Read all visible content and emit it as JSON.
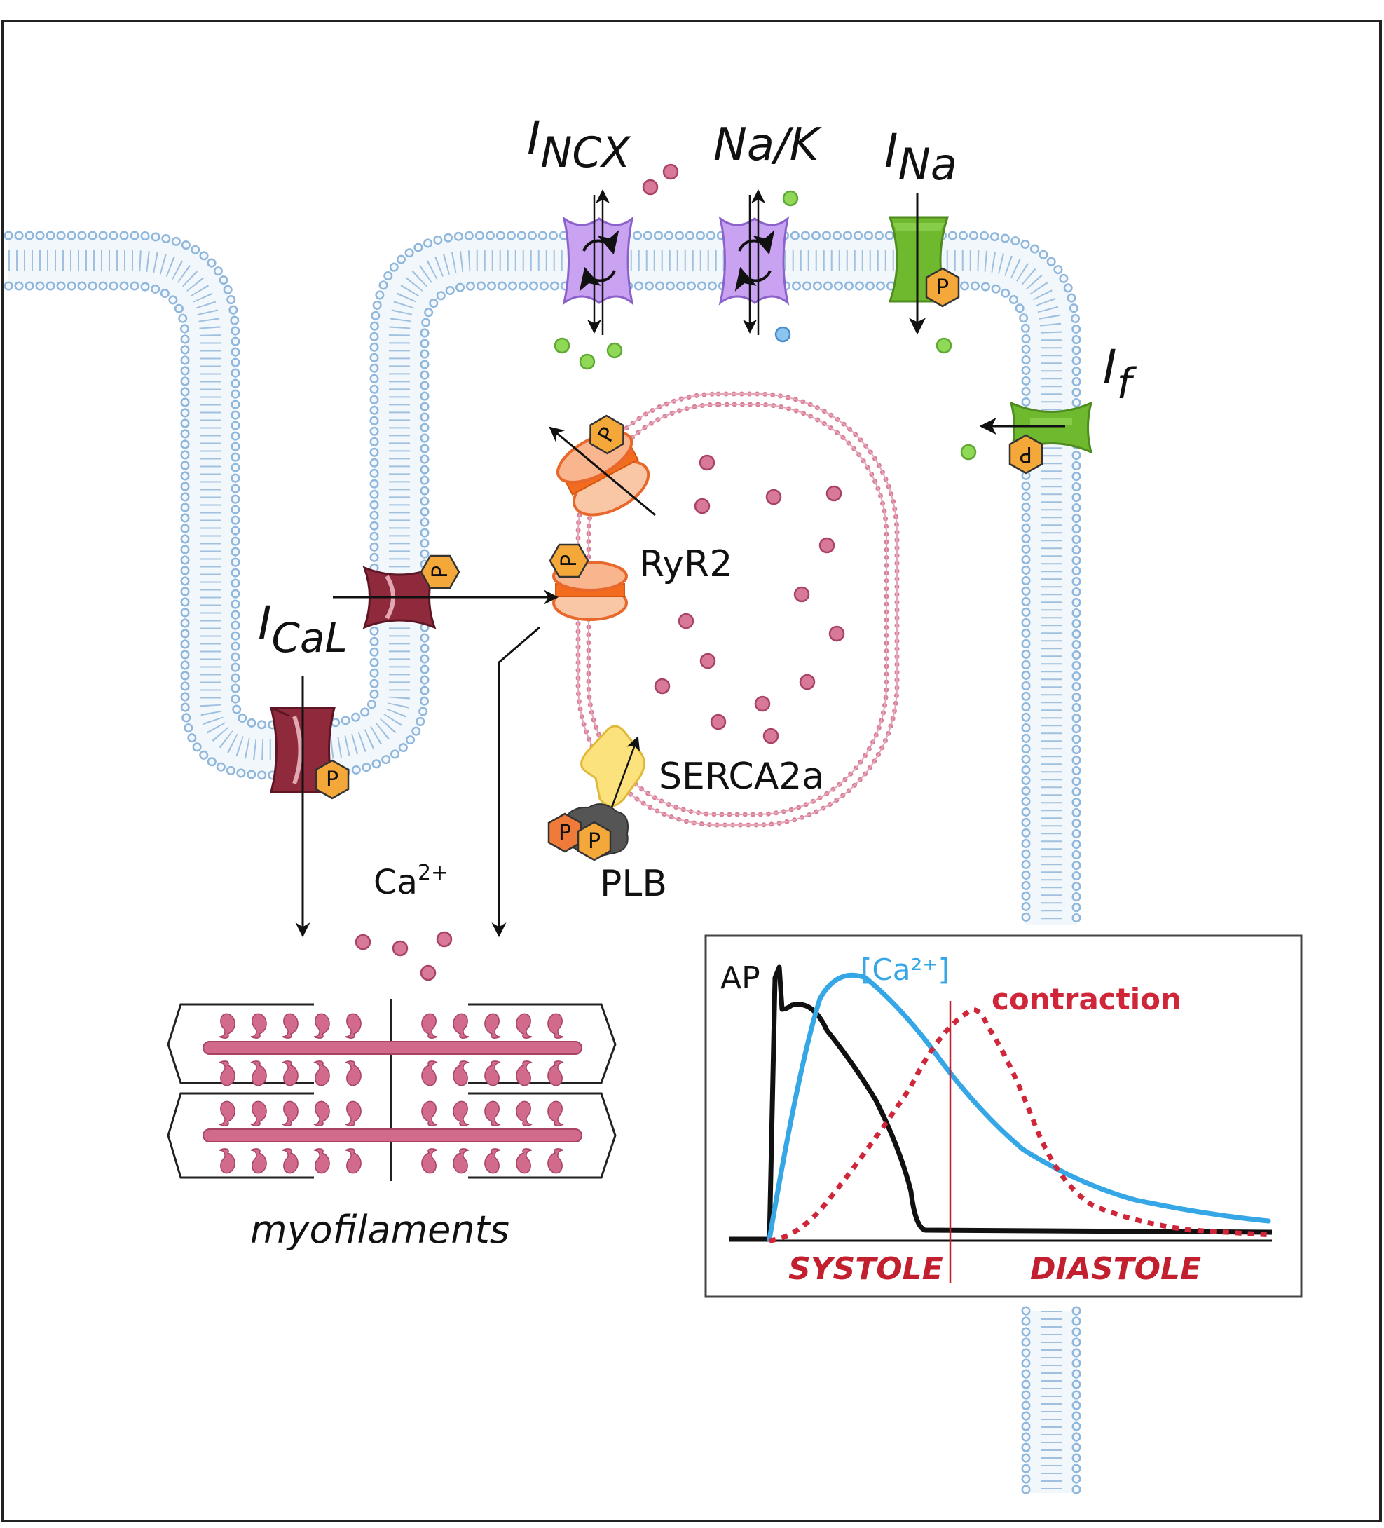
{
  "labels": {
    "incx_main": "I",
    "incx_sub": "NCX",
    "nak": "Na/K",
    "ina_main": "I",
    "ina_sub": "Na",
    "if_main": "I",
    "if_sub": "f",
    "ical_main": "I",
    "ical_sub": "CaL",
    "ryr2": "RyR2",
    "serca": "SERCA2a",
    "plb": "PLB",
    "ca_base": "Ca",
    "ca_sup": "2+",
    "myofilaments": "myofilaments",
    "phospho": "P"
  },
  "inset": {
    "ap_label": "AP",
    "ca_label": "[Ca²⁺]",
    "contraction_label": "contraction",
    "systole_label": "SYSTOLE",
    "diastole_label": "DIASTOLE"
  },
  "colors": {
    "membrane": "#8fb7dc",
    "sr_membrane": "#d77f97",
    "ca_ion": "#c75f82",
    "na_ion": "#7bd04a",
    "k_ion": "#5fa6e6",
    "exchanger": "#c9a3f2",
    "na_channel": "#6fb92e",
    "ltype_channel": "#8e2a3b",
    "ryr2": "#f9a77a",
    "serca": "#fbe27c",
    "phospho": "#f5a83a",
    "filament": "#d26a8c",
    "ap_trace": "#111111",
    "ca_trace": "#35a6e6",
    "contraction_trace": "#d0263a",
    "divider": "#c21f2f"
  }
}
